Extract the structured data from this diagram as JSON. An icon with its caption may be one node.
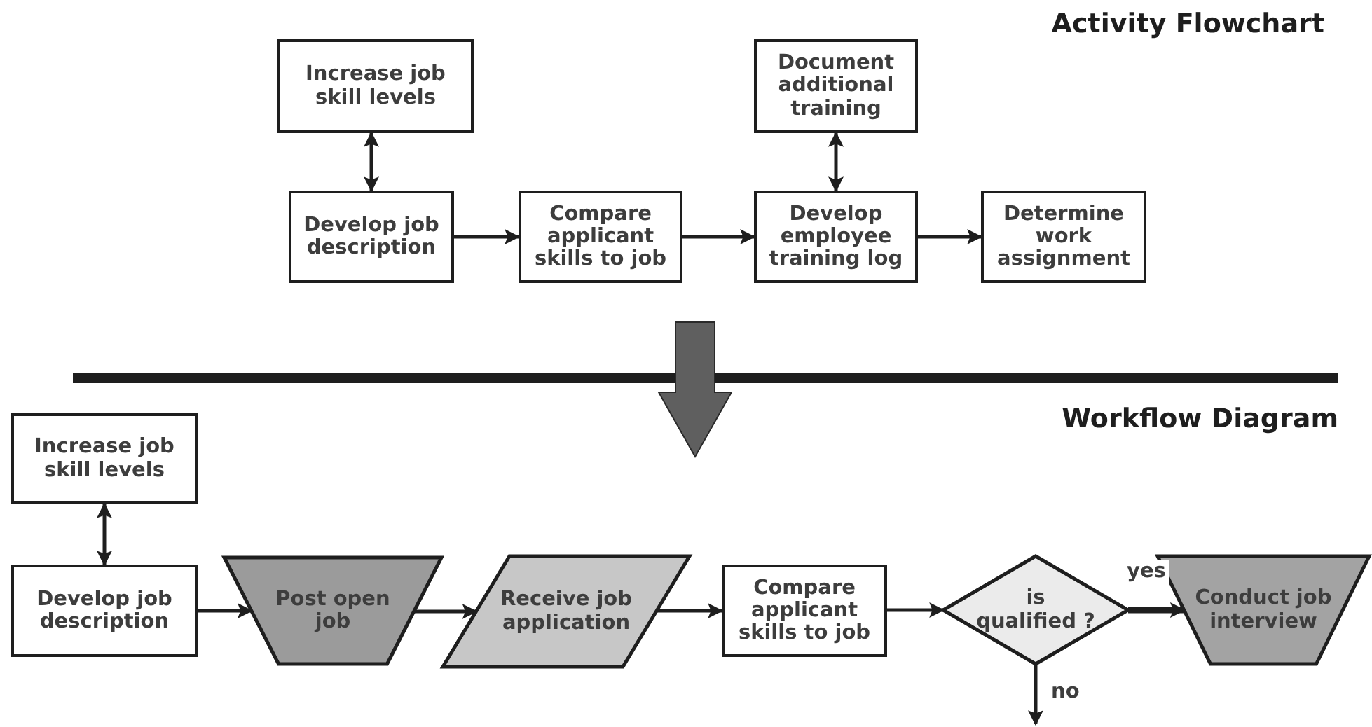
{
  "diagram": {
    "nodes": [
      {
        "text": [
          "Increase job skill levels"
        ]
      },
      {
        "text": [
          "Document additional training"
        ]
      },
      {
        "text": [
          "Develop job description"
        ]
      },
      {
        "text": [
          "Compare applicant skills to job"
        ]
      },
      {
        "text": [
          "Develop employee training log"
        ]
      },
      {
        "text": [
          "Determine work assignment"
        ]
      },
      {
        "text": [
          "Increase job skill levels"
        ]
      },
      {
        "text": [
          "Develop job description"
        ]
      },
      {
        "text": [
          "Post open job"
        ]
      },
      {
        "text": [
          "Receive job application"
        ]
      },
      {
        "text": [
          "Compare applicant skills to job"
        ]
      },
      {
        "text": [
          "is qualified ?"
        ]
      },
      {
        "text": [
          "Conduct job interview"
        ]
      }
    ],
    "edges": [
      {
        "from": 0,
        "to": 2,
        "arrow": "both"
      },
      {
        "from": 2,
        "to": 3,
        "arrow": "to"
      },
      {
        "from": 3,
        "to": 4,
        "arrow": "to"
      },
      {
        "from": 1,
        "to": 4,
        "arrow": "both"
      },
      {
        "from": 4,
        "to": 5,
        "arrow": "to"
      },
      {
        "from": 6,
        "to": 7,
        "arrow": "both"
      },
      {
        "from": 7,
        "to": 8,
        "arrow": "to"
      },
      {
        "from": 8,
        "to": 9,
        "arrow": "to"
      },
      {
        "from": 9,
        "to": 10,
        "arrow": "to"
      },
      {
        "from": 10,
        "to": 11,
        "arrow": "to"
      },
      {
        "from": 11,
        "to": 12,
        "arrow": "to",
        "label": "yes",
        "style": "thick"
      },
      {
        "from": 11,
        "to": null,
        "arrow": "to",
        "label": "no"
      }
    ],
    "labels": [
      "Activity Flowchart",
      "Workflow Diagram"
    ]
  }
}
